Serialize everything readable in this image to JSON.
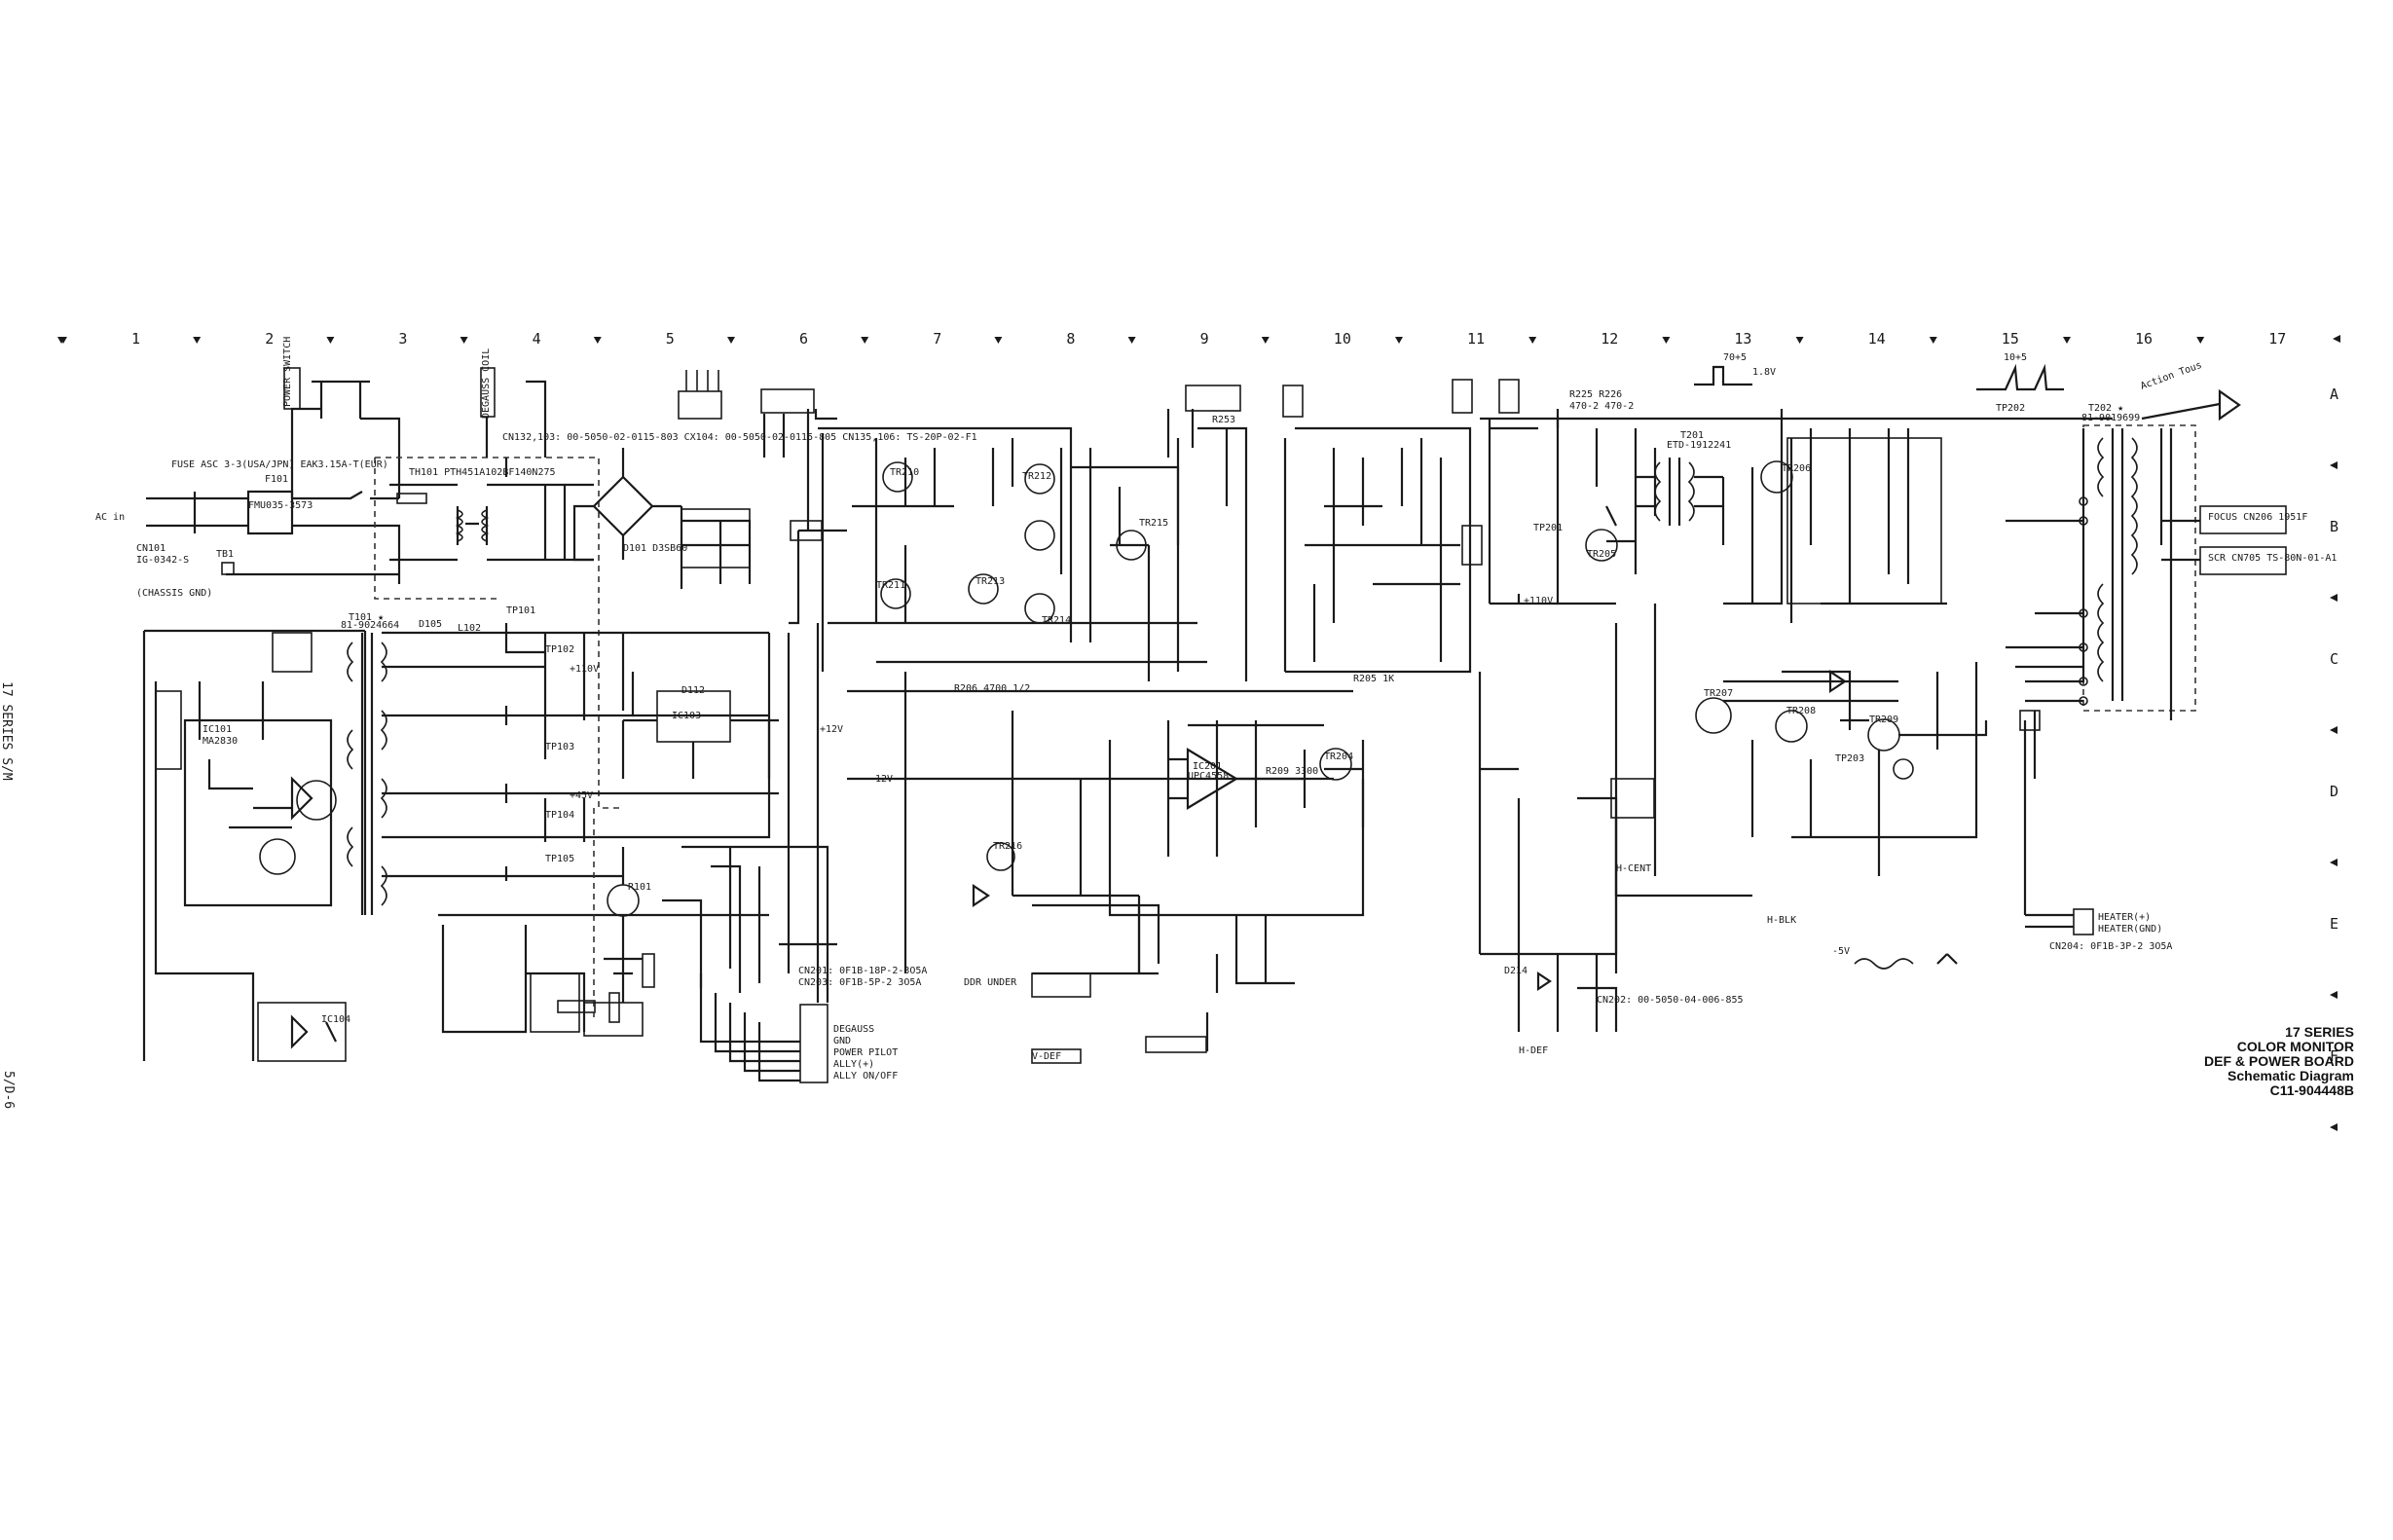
{
  "title_block": {
    "line1": "17 SERIES",
    "line2": "COLOR MONITOR",
    "line3": "DEF & POWER BOARD",
    "line4": "Schematic Diagram",
    "line5": "C11-904448B"
  },
  "margin_note": "17 SERIES S/M",
  "page_number": "5/D-6",
  "grid": {
    "columns": [
      "1",
      "2",
      "3",
      "4",
      "5",
      "6",
      "7",
      "8",
      "9",
      "10",
      "11",
      "12",
      "13",
      "14",
      "15",
      "16",
      "17"
    ],
    "rows": [
      "A",
      "B",
      "C",
      "D",
      "E",
      "F"
    ]
  },
  "labels": {
    "fuse": "FUSE ASC 3-3(USA/JPN) EAK3.15A-T(EUR)",
    "f101": "F101",
    "fuse_part": "FMU035-3573",
    "power_switch": "POWER SWITCH",
    "ac_in": "AC in",
    "cn101": "CN101",
    "cn101_part": "IG-0342-S",
    "tb1": "TB1",
    "chassis_gnd": "(CHASSIS GND)",
    "degauss": "DEGAUSS COIL",
    "cn_list": "CN132,103: 00-5050-02-0115-803 CX104: 00-5050-02-0115-805 CN135,106: TS-20P-02-F1",
    "th101": "TH101 PTH451A102BF140N275",
    "d101": "D101 D3SB60",
    "t101": "T101 ★",
    "t101_part": "81-9024664",
    "d105": "D105",
    "l102": "L102",
    "tp101": "TP101",
    "tp102": "TP102",
    "tp103": "TP103",
    "tp104": "TP104",
    "tp105": "TP105",
    "v110": "+110V",
    "v45": "+45V",
    "v12": "+12V",
    "vm12": "-12V",
    "ic101": "IC101",
    "ic101_part": "MA2830",
    "ic103": "IC103",
    "ic104": "IC104",
    "r101": "R101",
    "d112": "D112",
    "cn201": "CN201: 0F1B-18P-2-3O5A",
    "cn203": "CN203: 0F1B-5P-2 3O5A",
    "degauss_sig": "DEGAUSS",
    "gnd": "GND",
    "power_pilot": "POWER PILOT",
    "ally": "ALLY(+)",
    "ally_onoff": "ALLY ON/OFF",
    "ddr_under": "DDR UNDER",
    "tr210": "TR210",
    "tr211": "TR211",
    "tr212": "TR212",
    "tr213": "TR213",
    "tr214": "TR214",
    "tr215": "TR215",
    "tr216": "TR216",
    "tr204": "TR204",
    "tr205": "TR205",
    "tr206": "TR206",
    "tr207": "TR207",
    "tr208": "TR208",
    "tr209": "TR209",
    "ic201": "IC201",
    "ic201_part": "UPC4558",
    "r206": "R206 4700 1/2",
    "r205": "R205 1K",
    "r209": "R209 3300",
    "r253": "R253",
    "t201": "T201",
    "t201_part": "ETD-1912241",
    "t202": "T202 ★",
    "t202_part": "81-9019699",
    "tp201": "TP201",
    "tp202": "TP202",
    "tp203": "TP203",
    "r225": "R225 R226",
    "r225_vals": "470-2 470-2",
    "v_neg5": "-5V",
    "v_110": "+110V",
    "d214": "D214",
    "cn202": "CN202: 00-5050-04-006-855",
    "cn204": "CN204: 0F1B-3P-2 3O5A",
    "heater_p": "HEATER(+)",
    "heater_gnd": "HEATER(GND)",
    "focus": "FOCUS CN206 1951F",
    "scr": "SCR CN705 TS-80N-01-A1",
    "h_def": "H-DEF",
    "v_def": "V-DEF",
    "h_cent": "H-CENT",
    "h_blk": "H-BLK",
    "dim1": "70+5",
    "dim2": "1.8V",
    "dim3": "10+5",
    "hand_note": "Action Tous"
  }
}
